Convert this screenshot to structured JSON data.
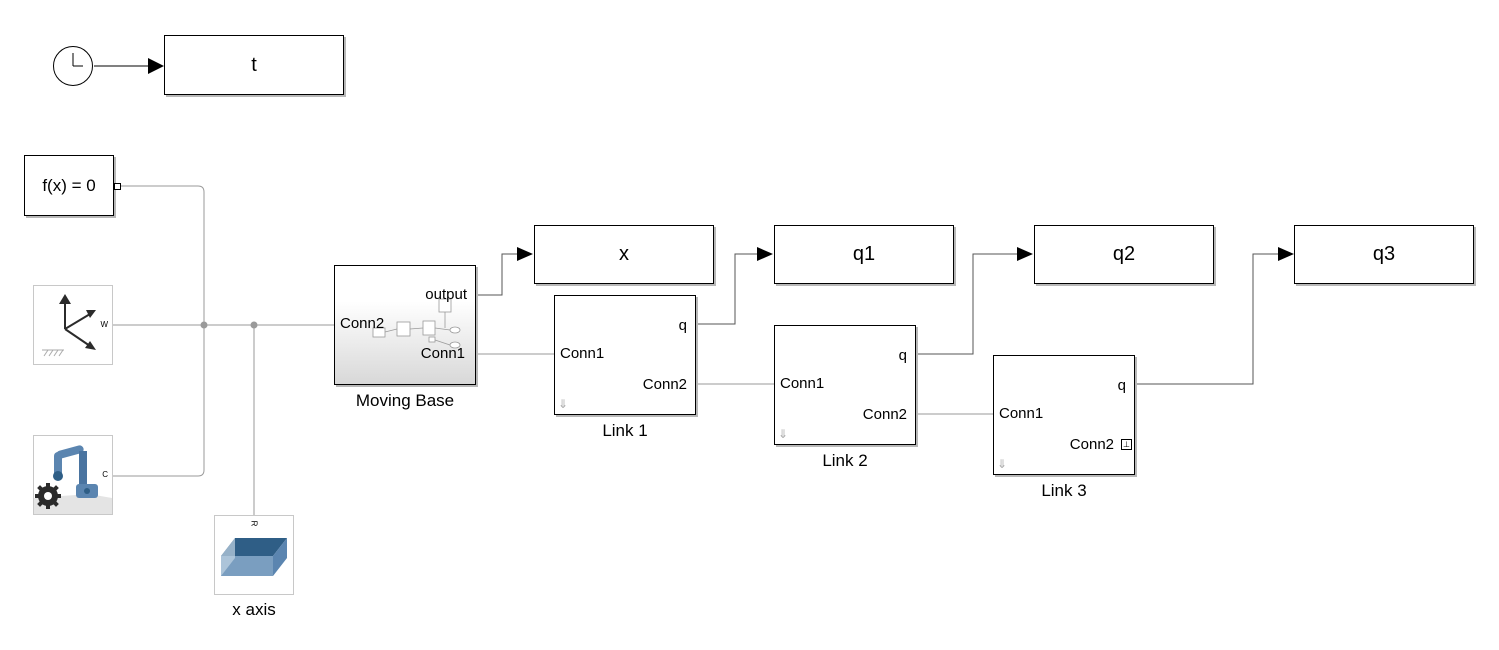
{
  "blocks": {
    "to_ws_t": "t",
    "to_ws_x": "x",
    "to_ws_q1": "q1",
    "to_ws_q2": "q2",
    "to_ws_q3": "q3",
    "solver": "f(x) = 0",
    "world_frame_port": "W",
    "mech_config_port": "C",
    "prismatic_port": "R",
    "prismatic_label": "x axis",
    "moving_base": {
      "label": "Moving Base",
      "port_output": "output",
      "port_conn2": "Conn2",
      "port_conn1": "Conn1"
    },
    "link1": {
      "label": "Link 1",
      "port_q": "q",
      "port_conn1": "Conn1",
      "port_conn2": "Conn2"
    },
    "link2": {
      "label": "Link 2",
      "port_q": "q",
      "port_conn1": "Conn1",
      "port_conn2": "Conn2"
    },
    "link3": {
      "label": "Link 3",
      "port_q": "q",
      "port_conn1": "Conn1",
      "port_conn2": "Conn2"
    }
  },
  "icons": {
    "clock": "clock-icon",
    "world_frame": "world-frame-icon",
    "mechanism_config": "mechanism-config-icon",
    "prismatic_joint": "prismatic-joint-icon"
  },
  "colors": {
    "wire": "#9a9a9a",
    "arrow": "#000000",
    "prismatic_top": "#2f5e86",
    "prismatic_front": "#7a9ec0",
    "robot_blue": "#5b85b0",
    "gear": "#2b2b2b"
  }
}
